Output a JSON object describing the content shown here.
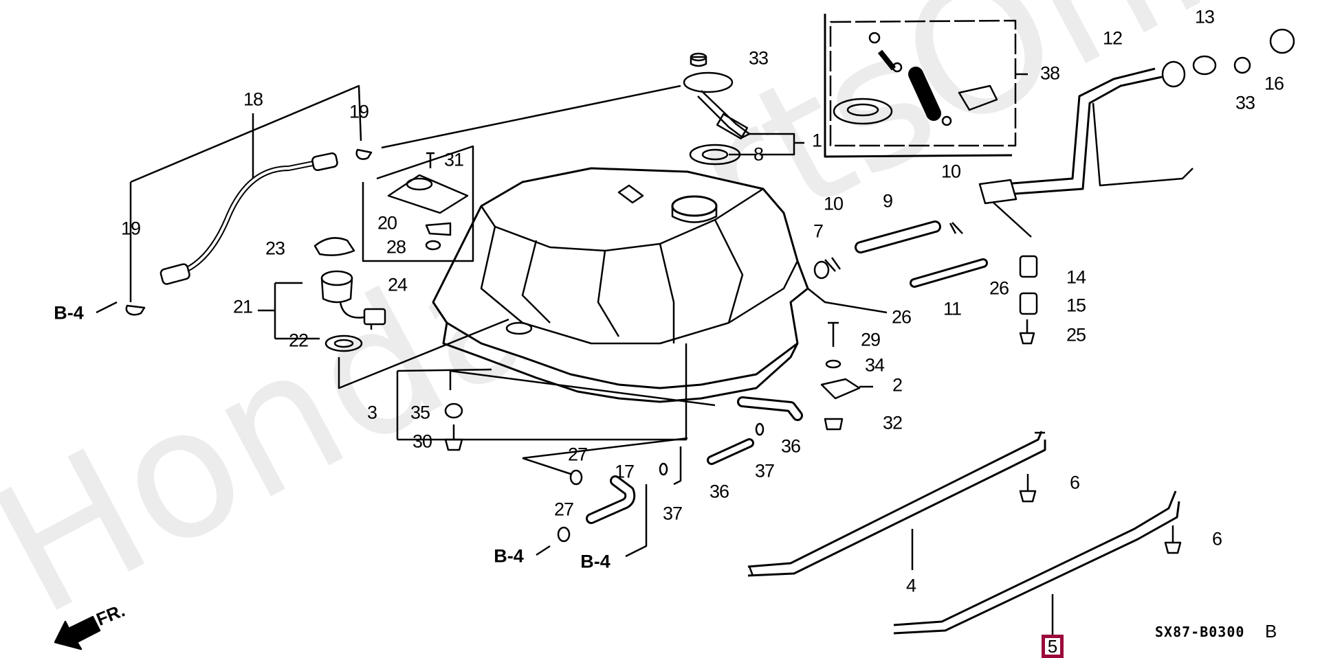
{
  "watermark": "HondaPartsOnline.ru",
  "diagram_code": "SX87-B0300",
  "diagram_revision": "B",
  "front_indicator": "FR.",
  "highlighted_part": "5",
  "references": [
    {
      "id": "ref-1",
      "text": "B-4"
    },
    {
      "id": "ref-2",
      "text": "B-4"
    },
    {
      "id": "ref-3",
      "text": "B-4"
    }
  ],
  "callouts": [
    {
      "label": "33"
    },
    {
      "label": "1"
    },
    {
      "label": "8"
    },
    {
      "label": "38"
    },
    {
      "label": "12"
    },
    {
      "label": "13"
    },
    {
      "label": "16"
    },
    {
      "label": "33"
    },
    {
      "label": "18"
    },
    {
      "label": "19"
    },
    {
      "label": "19"
    },
    {
      "label": "31"
    },
    {
      "label": "20"
    },
    {
      "label": "28"
    },
    {
      "label": "24"
    },
    {
      "label": "23"
    },
    {
      "label": "21"
    },
    {
      "label": "22"
    },
    {
      "label": "10"
    },
    {
      "label": "9"
    },
    {
      "label": "10"
    },
    {
      "label": "7"
    },
    {
      "label": "26"
    },
    {
      "label": "11"
    },
    {
      "label": "26"
    },
    {
      "label": "14"
    },
    {
      "label": "15"
    },
    {
      "label": "25"
    },
    {
      "label": "29"
    },
    {
      "label": "34"
    },
    {
      "label": "2"
    },
    {
      "label": "32"
    },
    {
      "label": "3"
    },
    {
      "label": "35"
    },
    {
      "label": "30"
    },
    {
      "label": "36"
    },
    {
      "label": "37"
    },
    {
      "label": "36"
    },
    {
      "label": "27"
    },
    {
      "label": "17"
    },
    {
      "label": "27"
    },
    {
      "label": "37"
    },
    {
      "label": "6"
    },
    {
      "label": "6"
    },
    {
      "label": "4"
    }
  ]
}
